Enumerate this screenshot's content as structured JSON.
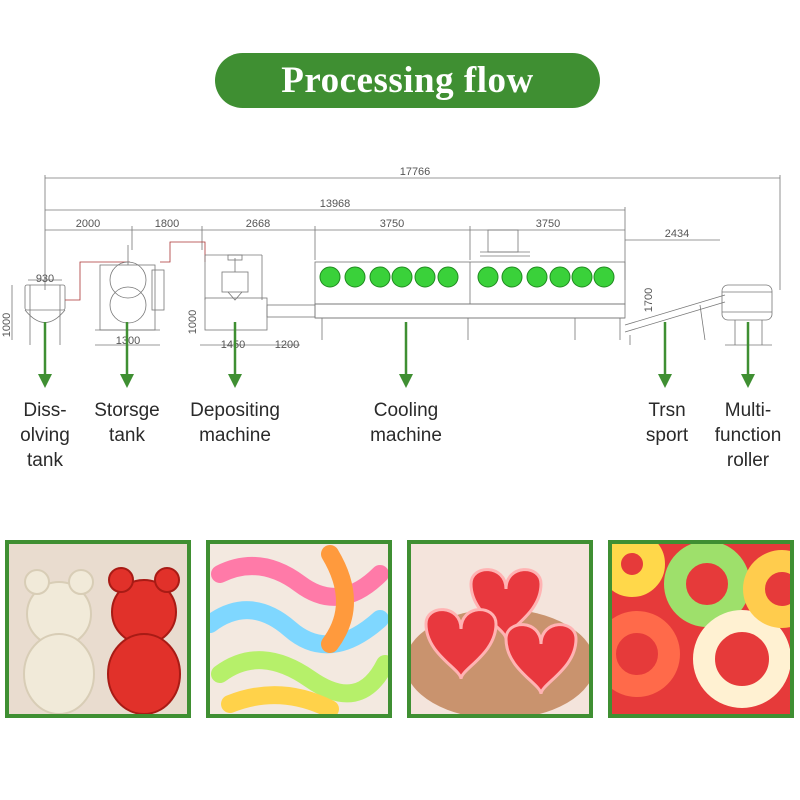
{
  "title": "Processing flow",
  "dimensions": {
    "overall": "17766",
    "main": "13968",
    "d1": "2000",
    "d2": "1800",
    "d3": "2668",
    "d4": "3750",
    "d5": "3750",
    "d6": "2434",
    "tank_w": "930",
    "tank_h": "1000",
    "storage_w": "1300",
    "depo_h": "1000",
    "depo_w1": "1450",
    "depo_w2": "1200",
    "conv_h": "1700"
  },
  "stages": [
    {
      "lines": [
        "Diss-",
        "olving",
        "tank"
      ]
    },
    {
      "lines": [
        "Storsge",
        "tank"
      ]
    },
    {
      "lines": [
        "Depositing",
        "machine"
      ]
    },
    {
      "lines": [
        "Cooling",
        "machine"
      ]
    },
    {
      "lines": [
        "Trsn",
        "sport"
      ]
    },
    {
      "lines": [
        "Multi-",
        "function",
        "roller"
      ]
    }
  ],
  "colors": {
    "accent": "#3f8f32",
    "fan": "#3ad13a",
    "line": "#7a7a7a",
    "dim": "#555555"
  },
  "icons": [
    "arrow-down-icon"
  ]
}
